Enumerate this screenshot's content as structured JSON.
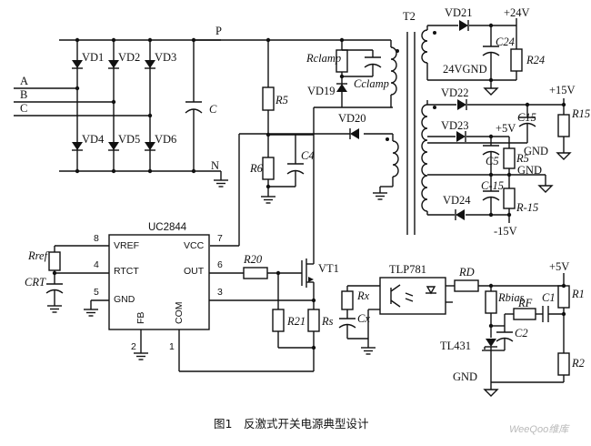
{
  "caption": "图1　反激式开关电源典型设计",
  "watermark": "WeeQoo维库",
  "inputs": [
    "A",
    "B",
    "C"
  ],
  "rails": {
    "p": "P",
    "n": "N"
  },
  "transformer": "T2",
  "rectifier": [
    "VD1",
    "VD2",
    "VD3",
    "VD4",
    "VD5",
    "VD6"
  ],
  "bulk_cap": "C",
  "snubber": {
    "resistor": "Rclamp",
    "capacitor": "Cclamp",
    "diode": "VD19"
  },
  "aux": {
    "diode": "VD20",
    "r5": "R5",
    "r6": "R6",
    "c4": "C4"
  },
  "outputs": [
    {
      "diode": "VD21",
      "cap": "C24",
      "load": "R24",
      "voltage": "+24V",
      "gnd": "24VGND"
    },
    {
      "diode": "VD22",
      "cap": "C15",
      "load": "R15",
      "voltage": "+15V",
      "gnd": "GND"
    },
    {
      "diode": "VD23",
      "cap": "C5",
      "load": "R5",
      "voltage": "+5V",
      "gnd": "GND"
    },
    {
      "diode": "VD24",
      "cap": "C-15",
      "load": "R-15",
      "voltage": "-15V",
      "gnd": ""
    }
  ],
  "controller": {
    "name": "UC2844",
    "pins": {
      "vref": "VREF",
      "rtct": "RTCT",
      "gnd": "GND",
      "vcc": "VCC",
      "out": "OUT",
      "fb": "FB",
      "com": "COM"
    },
    "pin_numbers": {
      "vref": "8",
      "rtct": "4",
      "gnd": "5",
      "vcc": "7",
      "out": "6",
      "cs": "3",
      "fb": "2",
      "com": "1"
    },
    "rref": "Rref",
    "crt": "CRT"
  },
  "switch": {
    "r20": "R20",
    "r21": "R21",
    "rs": "Rs",
    "mosfet": "VT1"
  },
  "feedback": {
    "optocoupler": "TLP781",
    "rx": "Rx",
    "cx": "Cx",
    "rd": "RD",
    "rbias": "Rbias",
    "rf": "RF",
    "c1": "C1",
    "c2": "C2",
    "r1": "R1",
    "r2": "R2",
    "shunt": "TL431",
    "voltage": "+5V",
    "gnd": "GND"
  }
}
